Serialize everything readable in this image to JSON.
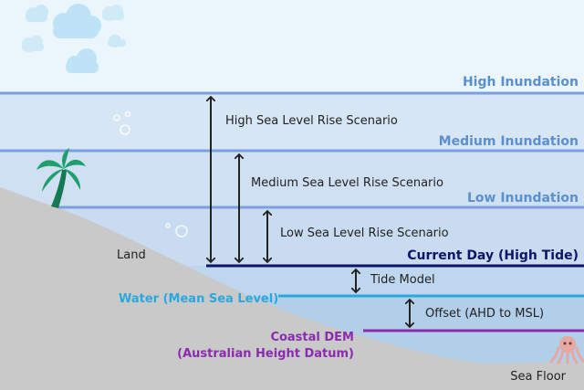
{
  "levels": {
    "high": "High Inundation",
    "medium": "Medium Inundation",
    "low": "Low Inundation",
    "current": "Current Day (High Tide)",
    "water": "Water (Mean Sea Level)",
    "dem_line1": "Coastal DEM",
    "dem_line2": "(Australian Height Datum)"
  },
  "scenarios": {
    "high": "High Sea Level Rise Scenario",
    "medium": "Medium Sea Level Rise Scenario",
    "low": "Low Sea Level Rise Scenario",
    "tide": "Tide Model",
    "offset": "Offset (AHD to MSL)"
  },
  "terrain": {
    "land": "Land",
    "seafloor": "Sea Floor"
  },
  "colors": {
    "sky": "#eaf6fb",
    "band_high": "#d7e6f4",
    "band_medium": "#cfe0f2",
    "band_low": "#c8dbf0",
    "water_current": "#bed6ee",
    "water_deep": "#b2cfea",
    "inundation_line": "#7b9fdc",
    "inundation_text": "#5b8fd0",
    "current_line": "#0d1566",
    "current_text": "#0d1566",
    "water_line": "#29a8e0",
    "water_text": "#29a8e0",
    "dem_line": "#8b2bb0",
    "dem_text": "#8b2bb0",
    "land": "#c9c9c9",
    "arrow": "#222222",
    "text": "#222222",
    "palm_leaf": "#1f9e6e",
    "palm_trunk": "#157a52",
    "octopus": "#e8a7a0",
    "cloud": "#bfe3f6"
  },
  "icons": [
    "cloud-icon",
    "palm-tree-icon",
    "octopus-icon",
    "bubbles-icon"
  ]
}
